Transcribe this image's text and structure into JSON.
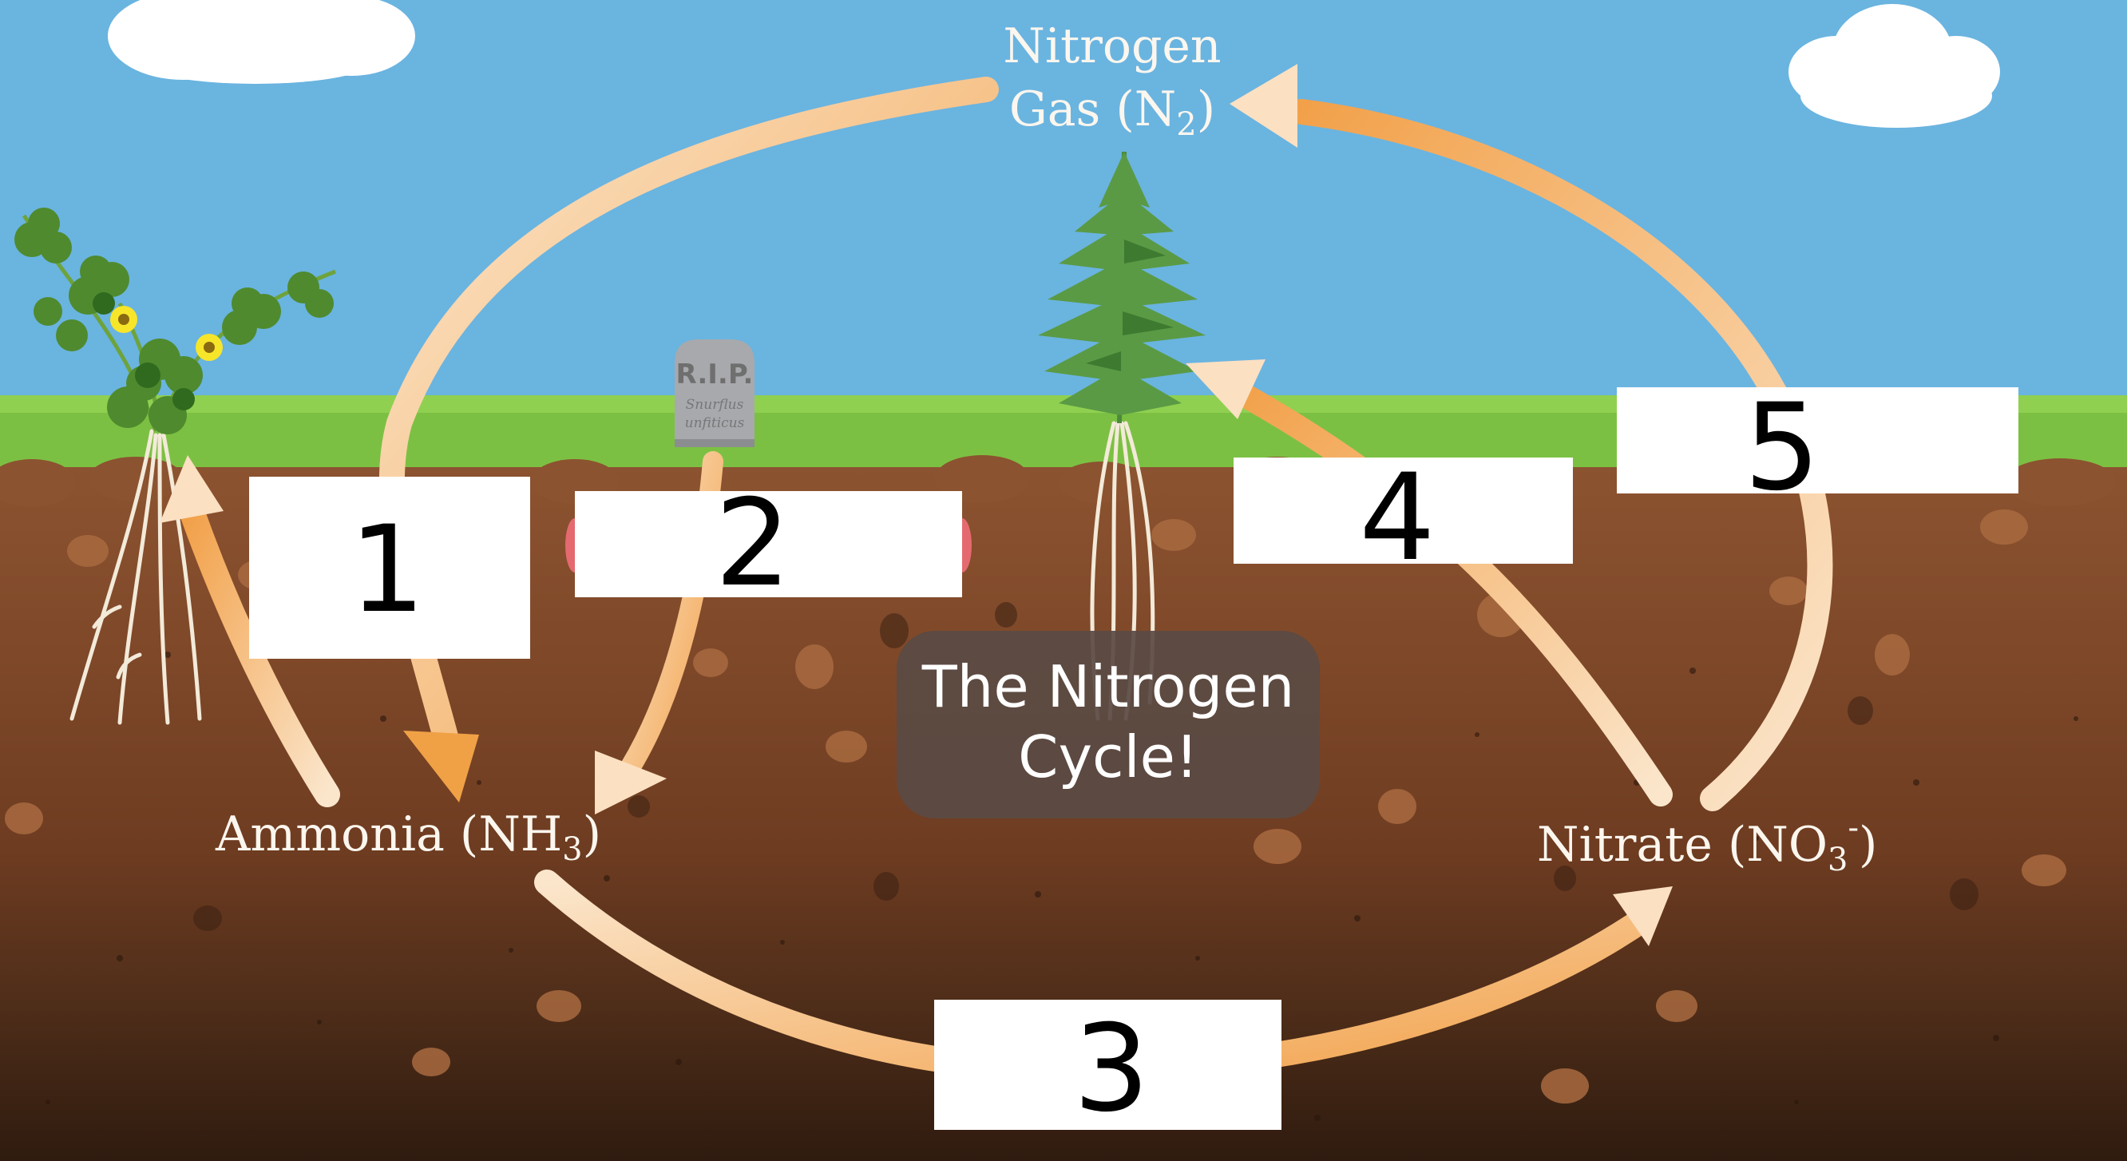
{
  "colors": {
    "sky": "#6ab4e0",
    "grass": "#7cc043",
    "soil_top": "#8c5330",
    "soil_mid": "#6e3c21",
    "soil_deep": "#3e2415",
    "arrow_light": "#f8dfbf",
    "arrow_dark": "#f0a146",
    "label_text": "#fbf6ee",
    "caption_bg": "#5a4a44"
  },
  "labels": {
    "nitrogen_line1": "Nitrogen",
    "nitrogen_line2_pre": "Gas (N",
    "nitrogen_sub": "2",
    "nitrogen_line2_post": ")",
    "ammonia_pre": "Ammonia (NH",
    "ammonia_sub": "3",
    "ammonia_post": ")",
    "nitrate_pre": "Nitrate (NO",
    "nitrate_sub": "3",
    "nitrate_sup": "-",
    "nitrate_post": ")"
  },
  "answer_boxes": [
    {
      "number": "1"
    },
    {
      "number": "2"
    },
    {
      "number": "3"
    },
    {
      "number": "4"
    },
    {
      "number": "5"
    }
  ],
  "caption": {
    "line1": "The Nitrogen",
    "line2": "Cycle!"
  },
  "tombstone": {
    "title": "R.I.P.",
    "line1": "Snurflus",
    "line2": "unfiticus"
  },
  "icons": [
    "clover-plant-icon",
    "fern-plant-icon",
    "tombstone-icon",
    "cloud-icon"
  ]
}
